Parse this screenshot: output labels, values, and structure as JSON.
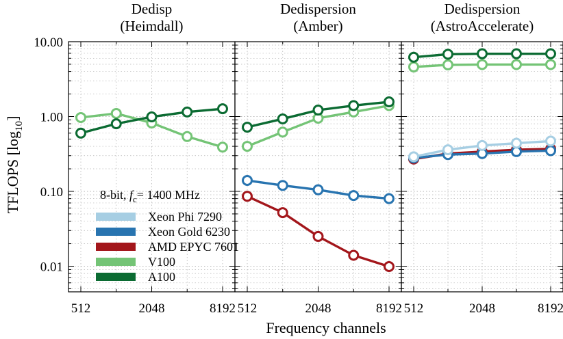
{
  "figure": {
    "ylabel": "TFLOPS [log",
    "ylabel_sub": "10",
    "ylabel_end": "]",
    "xlabel": "Frequency channels"
  },
  "legend": {
    "title_prefix": "8-bit, ",
    "title_f": "f",
    "title_sub": "c",
    "title_rest": "= 1400 MHz",
    "placement": "lower-left of first panel",
    "entries": [
      {
        "name": "Xeon Phi 7290",
        "color": "#a6cee3"
      },
      {
        "name": "Xeon Gold 6230",
        "color": "#2874b0"
      },
      {
        "name": "AMD EPYC 7601",
        "color": "#a3161b"
      },
      {
        "name": "V100",
        "color": "#74c476"
      },
      {
        "name": "A100",
        "color": "#0b6b32"
      }
    ]
  },
  "chart_data": [
    {
      "type": "line",
      "title_lines": [
        "Dedisp",
        "(Heimdall)"
      ],
      "x": [
        512,
        1024,
        2048,
        4096,
        8192
      ],
      "xticks": [
        "512",
        "2048",
        "8192"
      ],
      "ylim": [
        0.005,
        12
      ],
      "yscale": "log",
      "yticks": [
        "10.00",
        "1.00",
        "0.10",
        "0.01"
      ],
      "grid": true,
      "series": [
        {
          "name": "V100",
          "color": "#74c476",
          "values": [
            0.97,
            1.1,
            0.82,
            0.54,
            0.39
          ]
        },
        {
          "name": "A100",
          "color": "#0b6b32",
          "values": [
            0.6,
            0.8,
            0.99,
            1.15,
            1.27
          ]
        }
      ]
    },
    {
      "type": "line",
      "title_lines": [
        "Dedispersion",
        "(Amber)"
      ],
      "x": [
        512,
        1024,
        2048,
        4096,
        8192
      ],
      "xticks": [
        "512",
        "2048",
        "8192"
      ],
      "ylim": [
        0.005,
        12
      ],
      "yscale": "log",
      "grid": true,
      "series": [
        {
          "name": "Xeon Gold 6230",
          "color": "#2874b0",
          "values": [
            0.14,
            0.12,
            0.105,
            0.088,
            0.08
          ]
        },
        {
          "name": "AMD EPYC 7601",
          "color": "#a3161b",
          "values": [
            0.086,
            0.052,
            0.025,
            0.014,
            0.0099
          ]
        },
        {
          "name": "V100",
          "color": "#74c476",
          "values": [
            0.4,
            0.62,
            0.95,
            1.15,
            1.4
          ]
        },
        {
          "name": "A100",
          "color": "#0b6b32",
          "values": [
            0.72,
            0.93,
            1.22,
            1.4,
            1.57
          ]
        }
      ]
    },
    {
      "type": "line",
      "title_lines": [
        "Dedispersion",
        "(AstroAccelerate)"
      ],
      "x": [
        512,
        1024,
        2048,
        4096,
        8192
      ],
      "xticks": [
        "512",
        "2048",
        "8192"
      ],
      "ylim": [
        0.005,
        12
      ],
      "yscale": "log",
      "grid": true,
      "series": [
        {
          "name": "AMD EPYC 7601",
          "color": "#a3161b",
          "values": [
            0.27,
            0.32,
            0.34,
            0.36,
            0.37
          ]
        },
        {
          "name": "Xeon Gold 6230",
          "color": "#2874b0",
          "values": [
            0.28,
            0.31,
            0.32,
            0.34,
            0.35
          ]
        },
        {
          "name": "Xeon Phi 7290",
          "color": "#a6cee3",
          "values": [
            0.29,
            0.36,
            0.41,
            0.44,
            0.47
          ]
        },
        {
          "name": "V100",
          "color": "#74c476",
          "values": [
            4.6,
            4.9,
            4.95,
            4.95,
            4.95
          ]
        },
        {
          "name": "A100",
          "color": "#0b6b32",
          "values": [
            6.2,
            6.8,
            6.9,
            6.9,
            6.9
          ]
        }
      ]
    }
  ]
}
